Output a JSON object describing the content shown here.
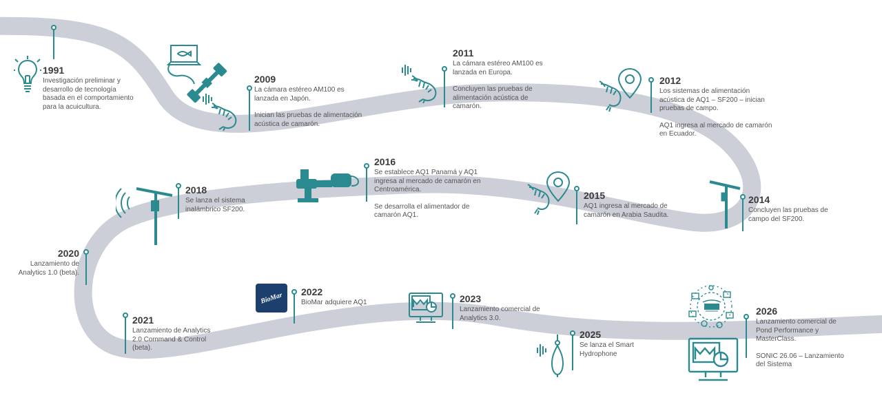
{
  "colors": {
    "road": "#ccced8",
    "accent": "#2a8a8f",
    "text": "#444444",
    "biomar_bg": "#1c3f6e"
  },
  "logo": {
    "text": "BioMar"
  },
  "events": [
    {
      "year": "1991",
      "lines": [
        "Investigación preliminar y\ndesarrollo de tecnología\nbasada en el comportamiento\npara la acuicultura."
      ]
    },
    {
      "year": "2009",
      "lines": [
        "La cámara estéreo AM100 es\nlanzada en Japón.",
        "Inician las pruebas de alimentación\nacústica de camarón."
      ]
    },
    {
      "year": "2011",
      "lines": [
        "La cámara estéreo AM100 es\nlanzada en Europa.",
        "Concluyen las pruebas de\nalimentación acústica de\ncamarón."
      ]
    },
    {
      "year": "2012",
      "lines": [
        "Los sistemas de alimentación\nacústica de AQ1 – SF200 – inician\npruebas de campo.",
        "AQ1 ingresa al mercado de camarón\nen Ecuador."
      ]
    },
    {
      "year": "2016",
      "lines": [
        "Se establece AQ1 Panamá y AQ1\ningresa al mercado de camarón en\nCentroamérica.",
        "Se desarrolla el alimentador de\ncamarón AQ1."
      ]
    },
    {
      "year": "2018",
      "lines": [
        "Se lanza el sistema\ninalámbrico SF200."
      ]
    },
    {
      "year": "2015",
      "lines": [
        "AQ1 ingresa al mercado de\ncamarón en Arabia Saudita."
      ]
    },
    {
      "year": "2014",
      "lines": [
        "Concluyen las pruebas de\ncampo del SF200."
      ]
    },
    {
      "year": "2020",
      "lines": [
        "Lanzamiento de\nAnalytics 1.0 (beta)."
      ]
    },
    {
      "year": "2021",
      "lines": [
        "Lanzamiento de Analytics\n2.0 Command & Control\n(beta)."
      ]
    },
    {
      "year": "2022",
      "lines": [
        "BioMar adquiere AQ1"
      ]
    },
    {
      "year": "2023",
      "lines": [
        "Lanzamiento comercial de\nAnalytics 3.0."
      ]
    },
    {
      "year": "2025",
      "lines": [
        "Se lanza el Smart\nHydrophone"
      ]
    },
    {
      "year": "2026",
      "lines": [
        "Lanzamiento comercial de\nPond Performance y\nMasterClass.",
        "SONIC 26.06 – Lanzamiento\ndel Sistema"
      ]
    }
  ]
}
